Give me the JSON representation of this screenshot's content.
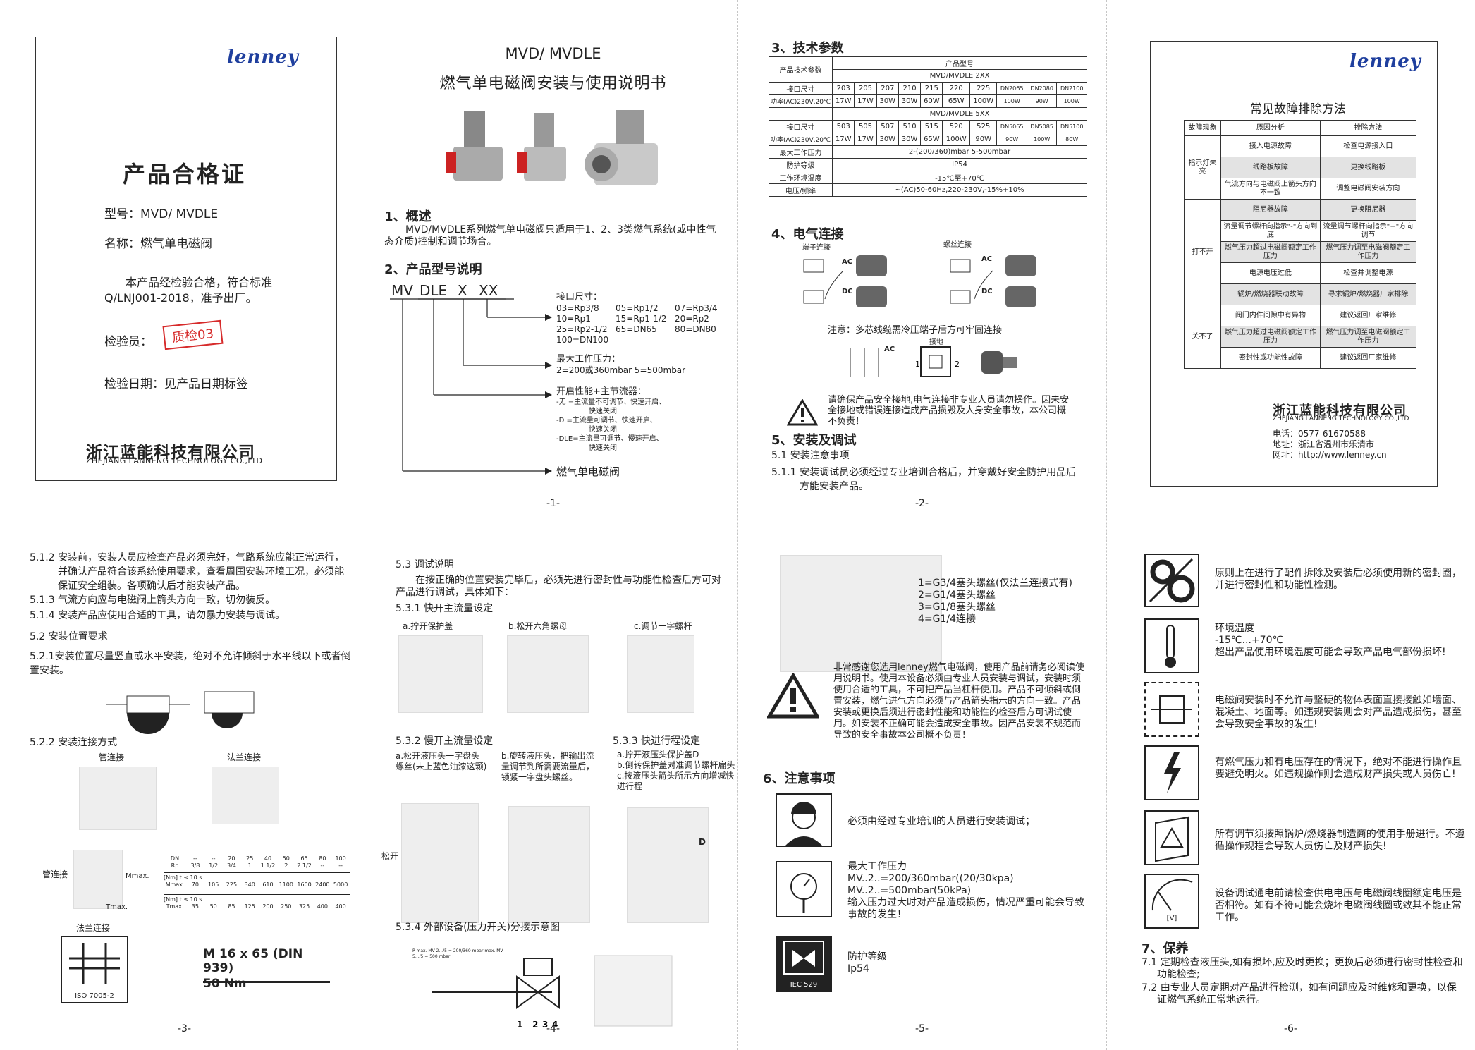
{
  "brand": "lenney",
  "company": {
    "cn": "浙江蓝能科技有限公司",
    "en": "ZHEJIANG LANNENG TECHNOLOGY CO.,LTD"
  },
  "p1": {
    "title": "产品合格证",
    "model": "型号：MVD/ MVDLE",
    "name": "名称：燃气单电磁阀",
    "statement": "本产品经检验合格，符合标准Q/LNJ001-2018，准予出厂。",
    "inspector": "检验员：",
    "stamp": "质检03",
    "date": "检验日期：见产品日期标签"
  },
  "p2": {
    "title1": "MVD/ MVDLE",
    "title2": "燃气单电磁阀安装与使用说明书",
    "s1": "1、概述",
    "s1text": "MVD/MVDLE系列燃气单电磁阀只适用于1、2、3类燃气系统(或中性气态介质)控制和调节场合。",
    "s2": "2、产品型号说明",
    "code": [
      "MV",
      "DLE",
      "X",
      "XX"
    ],
    "port_title": "接口尺寸：",
    "ports": [
      "03=Rp3/8",
      "05=Rp1/2",
      "07=Rp3/4",
      "10=Rp1",
      "15=Rp1-1/2",
      "20=Rp2",
      "25=Rp2-1/2",
      "65=DN65",
      "80=DN80",
      "100=DN100"
    ],
    "press_title": "最大工作压力：",
    "press": "2=200或360mbar  5=500mbar",
    "open_title": "开启性能+主节流器：",
    "open": [
      "-无 =主流量不可调节、快速开启、",
      "快速关闭",
      "-D =主流量可调节、快速开启、",
      "快速关闭",
      "-DLE=主流量可调节、慢速开启、",
      "快速关闭"
    ],
    "valve": "燃气单电磁阀",
    "page": "-1-"
  },
  "p3": {
    "s3": "3、技术参数",
    "th_param": "产品技术参数",
    "th_model": "产品型号",
    "m2": "MVD/MVDLE 2XX",
    "m5": "MVD/MVDLE 5XX",
    "port": "接口尺寸",
    "power": "功率(AC)230V,20℃",
    "ports2": [
      "203",
      "205",
      "207",
      "210",
      "215",
      "220",
      "225",
      "DN2065",
      "DN2080",
      "DN2100"
    ],
    "pw2": [
      "17W",
      "17W",
      "30W",
      "30W",
      "60W",
      "65W",
      "100W",
      "100W",
      "90W",
      "100W"
    ],
    "ports5": [
      "503",
      "505",
      "507",
      "510",
      "515",
      "520",
      "525",
      "DN5065",
      "DN5085",
      "DN5100"
    ],
    "pw5": [
      "17W",
      "17W",
      "30W",
      "30W",
      "65W",
      "100W",
      "90W",
      "90W",
      "100W",
      "80W"
    ],
    "rows": [
      [
        "最大工作压力",
        "2-(200/360)mbar  5-500mbar"
      ],
      [
        "防护等级",
        "IP54"
      ],
      [
        "工作环境温度",
        "-15℃至+70℃"
      ],
      [
        "电压/频率",
        "~(AC)50-60Hz,220-230V,-15%+10%"
      ]
    ],
    "s4": "4、电气连接",
    "terminal": "端子连接",
    "screw": "螺丝连接",
    "ac": "AC",
    "dc": "DC",
    "note": "注意：多芯线缆需冷压端子后方可牢固连接",
    "ground": "接地",
    "warn": "请确保产品安全接地,电气连接非专业人员请勿操作。因未安全接地或错误连接造成产品损毁及人身安全事故，本公司概不负责！",
    "s5": "5、安装及调试",
    "s51": "5.1 安装注意事项",
    "s511": "5.1.1 安装调试员必须经过专业培训合格后，并穿戴好安全防护用品后方能安装产品。",
    "page": "-2-"
  },
  "p4": {
    "title": "常见故障排除方法",
    "h": [
      "故障现象",
      "原因分析",
      "排除方法"
    ],
    "groups": [
      {
        "label": "指示灯未亮",
        "rows": [
          [
            "接入电源故障",
            "检查电源接入口"
          ],
          [
            "线路板故障",
            "更换线路板"
          ],
          [
            "气流方向与电磁阀上箭头方向不一致",
            "调整电磁阀安装方向"
          ]
        ]
      },
      {
        "label": "打不开",
        "rows": [
          [
            "阻尼器故障",
            "更换阻尼器"
          ],
          [
            "流量调节螺杆向指示\"-\"方向到底",
            "流量调节螺杆向指示\"+\"方向调节"
          ],
          [
            "燃气压力超过电磁阀额定工作压力",
            "燃气压力调至电磁阀额定工作压力"
          ],
          [
            "电源电压过低",
            "检查并调整电源"
          ],
          [
            "锅炉/燃烧器联动故障",
            "寻求锅炉/燃烧器厂家排除"
          ]
        ]
      },
      {
        "label": "关不了",
        "rows": [
          [
            "阀门内件间隙中有异物",
            "建议返回厂家维修"
          ],
          [
            "燃气压力超过电磁阀额定工作压力",
            "燃气压力调至电磁阀额定工作压力"
          ],
          [
            "密封性或功能性故障",
            "建议返回厂家维修"
          ]
        ]
      }
    ],
    "tel": "电话：0577-61670588",
    "addr": "地址：浙江省温州市乐清市",
    "web": "网址：http://www.lenney.cn"
  },
  "p5": {
    "t512": "5.1.2 安装前，安装人员应检查产品必须完好，气路系统应能正常运行，并确认产品符合该系统使用要求，查看周围安装环境工况，必须能保证安全组装。各项确认后才能安装产品。",
    "t513": "5.1.3 气流方向应与电磁阀上箭头方向一致，切勿装反。",
    "t514": "5.1.4 安装产品应使用合适的工具，请勿暴力安装与调试。",
    "t52": "5.2 安装位置要求",
    "t521": "5.2.1安装位置尽量竖直或水平安装，绝对不允许倾斜于水平线以下或者倒置安装。",
    "t522": "5.2.2 安装连接方式",
    "pipe": "管连接",
    "flange": "法兰连接",
    "pipe2": "管连接",
    "flange2": "法兰连接",
    "mmax": "Mmax.",
    "tmax": "Tmax.",
    "dn": [
      "DN",
      "--",
      "--",
      "20",
      "25",
      "40",
      "50",
      "65",
      "80",
      "100"
    ],
    "rp": [
      "Rp",
      "3/8",
      "1/2",
      "3/4",
      "1",
      "1 1/2",
      "2",
      "2 1/2",
      "--",
      "--"
    ],
    "mrow_l": "[Nm] t ≤ 10 s",
    "mrow": [
      "Mmax.",
      "70",
      "105",
      "225",
      "340",
      "610",
      "1100",
      "1600",
      "2400",
      "5000"
    ],
    "trow_l": "[Nm] t ≤ 10 s",
    "trow": [
      "Tmax.",
      "35",
      "50",
      "85",
      "125",
      "200",
      "250",
      "325",
      "400",
      "400"
    ],
    "iso": "ISO 7005-2",
    "bolt": "M 16 x 65  (DIN 939)",
    "torque": "50 Nm",
    "page": "-3-"
  },
  "p6": {
    "t53": "5.3 调试说明",
    "t53text": "在按正确的位置安装完毕后，必须先进行密封性与功能性检查后方可对产品进行调试，具体如下：",
    "t531": "5.3.1 快开主流量设定",
    "a": "a.拧开保护盖",
    "b": "b.松开六角螺母",
    "c": "c.调节一字螺杆",
    "loose": "松开",
    "t532": "5.3.2 慢开主流量设定",
    "a2": "a.松开液压头一字盘头螺丝(未上蓝色油漆这颗)",
    "b2": "b.旋转液压头，把输出流量调节到所需要流量后，锁紧一字盘头螺丝。",
    "t533": "5.3.3 快进行程设定",
    "c3": [
      "a.拧开液压头保护盖D",
      "b.倒转保护盖对准调节螺杆扁头",
      "c.按液压头箭头所示方向增减快进行程"
    ],
    "loosen": "松开",
    "d": "D",
    "t534": "5.3.4 外部设备(压力开关)分接示意图",
    "pmax": "P max. MV 2.../5 = 200/360 mbar  max. MV 5.../5 = 500 mbar",
    "page": "-4-"
  },
  "p7": {
    "ports": [
      "1=G3/4塞头螺丝(仅法兰连接式有)",
      "2=G1/4塞头螺丝",
      "3=G1/8塞头螺丝",
      "4=G1/4连接"
    ],
    "warn": "非常感谢您选用lenney燃气电磁阀，使用产品前请务必阅读使用说明书。使用本设备必须由专业人员安装与调试，安装时须使用合适的工具，不可把产品当杠杆使用。产品不可倾斜或倒置安装，燃气进气方向必须与产品箭头指示的方向一致。产品安装或更换后须进行密封性能和功能性的检查后方可调试使用。如安装不正确可能会造成安全事故。因产品安装不规范而导致的安全事故本公司概不负责！",
    "s6": "6、注意事项",
    "n1": "必须由经过专业培训的人员进行安装调试；",
    "n2": [
      "最大工作压力",
      "MV..2..=200/360mbar((20/30kpa)",
      "MV..2..=500mbar(50kPa)",
      "输入压力过大时对产品造成损伤，情况严重可能会导致事故的发生！"
    ],
    "n3": [
      "防护等级",
      "Ip54"
    ],
    "iec": "IEC 529",
    "page": "-5-"
  },
  "p8": {
    "n1": "原则上在进行了配件拆除及安装后必须使用新的密封圈，并进行密封性和功能性检测。",
    "n2": [
      "环境温度",
      "-15℃...+70℃",
      "超出产品使用环境温度可能会导致产品电气部份损坏!"
    ],
    "n3": "电磁阀安装时不允许与坚硬的物体表面直接接触如墙面、混凝土、地面等。如违规安装则会对产品造成损伤，甚至会导致安全事故的发生!",
    "n4": "有燃气压力和有电压存在的情况下，绝对不能进行操作且要避免明火。如违规操作则会造成财产损失或人员伤亡!",
    "n5": "所有调节须按照锅炉/燃烧器制造商的使用手册进行。不遵循操作规程会导致人员伤亡及财产损失!",
    "n6": "设备调试通电前请检查供电电压与电磁阀线圈额定电压是否相符。如有不符可能会烧坏电磁阀线圈或致其不能正常工作。",
    "s7": "7、保养",
    "m1": "7.1 定期检查液压头,如有损坏,应及时更换；更换后必须进行密封性检查和功能检查;",
    "m2": "7.2 由专业人员定期对产品进行检测，如有问题应及时维修和更换，以保证燃气系统正常地运行。",
    "v": "[V]",
    "page": "-6-"
  }
}
